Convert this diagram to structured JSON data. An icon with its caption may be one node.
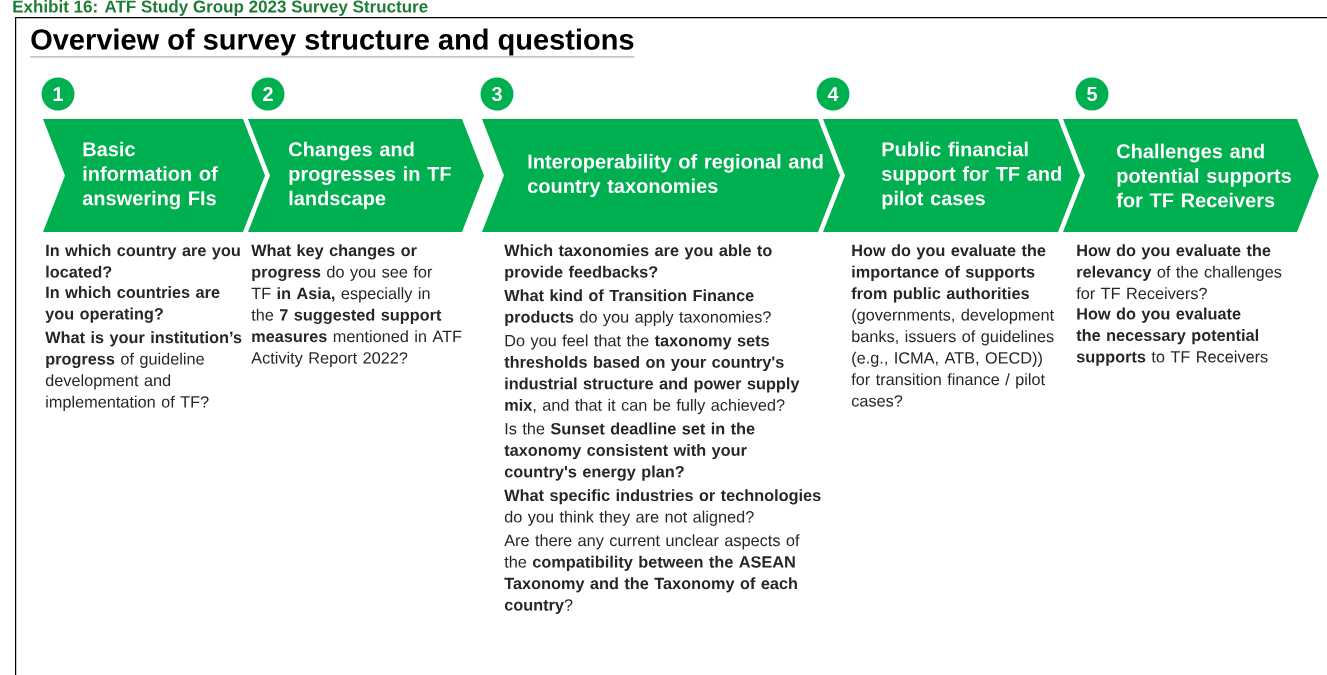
{
  "diagram": {
    "title": "Exhibit 16: ATF Study Group 2023 Survey Structure",
    "nodes": [
      {
        "text": [
          "Overview of survey structure and questions"
        ]
      },
      {
        "text": [
          "1"
        ],
        "in": 0
      },
      {
        "text": [
          "2"
        ],
        "in": 0
      },
      {
        "text": [
          "3"
        ],
        "in": 0
      },
      {
        "text": [
          "4"
        ],
        "in": 0
      },
      {
        "text": [
          "5"
        ],
        "in": 0
      },
      {
        "text": [
          "Basic information of answering FIs"
        ],
        "in": 0,
        "beside": [
          "**In which country are you located?**",
          "**In which countries are you operating?**",
          "**What is your institution’s progress** of guideline development and implementation of TF?"
        ]
      },
      {
        "text": [
          "Changes and progresses in TF landscape"
        ],
        "in": 0,
        "beside": [
          "**What key changes or progress** do you see for TF **in Asia,** especially in the **7 suggested support measures** mentioned in ATF Activity Report 2022?"
        ]
      },
      {
        "text": [
          "Interoperability of regional and country taxonomies"
        ],
        "in": 0,
        "beside": [
          "**Which taxonomies are you able to provide feedbacks?**",
          "**What kind of Transition Finance products** do you apply taxonomies?",
          "Do you feel that the **taxonomy sets thresholds based on your country's industrial structure and power supply mix**, and that it can be fully achieved?",
          "Is the **Sunset deadline set in the taxonomy consistent with your country's energy plan?**",
          "**What specific industries or technologies** do you think they are not aligned?",
          "Are there any current unclear aspects of the **compatibility between the ASEAN Taxonomy and the Taxonomy of each country**?"
        ]
      },
      {
        "text": [
          "Public financial support for TF and pilot cases"
        ],
        "in": 0,
        "beside": [
          "**How do you evaluate the importance of supports from public authorities** (governments, development banks, issuers of guidelines (e.g., ICMA, ATB, OECD)) for transition finance / pilot cases?"
        ]
      },
      {
        "text": [
          "Challenges and potential supports for TF Receivers"
        ],
        "in": 0,
        "beside": [
          "**How do you evaluate the relevancy** of the challenges for TF Receivers?",
          "**How do you evaluate the necessary potential supports** to TF Receivers"
        ]
      }
    ]
  }
}
